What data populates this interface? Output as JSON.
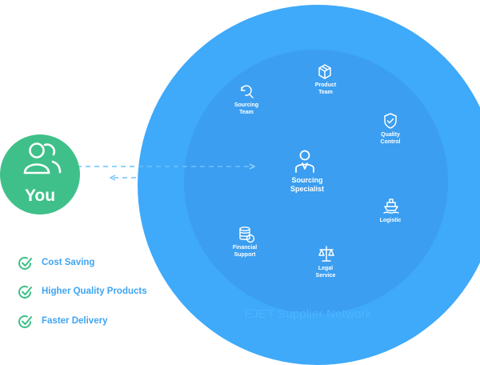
{
  "user": {
    "label": "You"
  },
  "network": {
    "label": "EJET Supplier Network"
  },
  "center": {
    "label_line1": "Sourcing",
    "label_line2": "Specialist"
  },
  "nodes": [
    {
      "line1": "Sourcing",
      "line2": "Team",
      "icon": "magnifier-refresh-icon"
    },
    {
      "line1": "Product",
      "line2": "Team",
      "icon": "box-icon"
    },
    {
      "line1": "Quality",
      "line2": "Control",
      "icon": "shield-check-icon"
    },
    {
      "line1": "Logistic",
      "line2": "",
      "icon": "ship-icon"
    },
    {
      "line1": "Legal",
      "line2": "Service",
      "icon": "scales-icon"
    },
    {
      "line1": "Financial",
      "line2": "Support",
      "icon": "coins-icon"
    }
  ],
  "benefits": [
    {
      "label": "Cost Saving",
      "icon": "check-circle-icon"
    },
    {
      "label": "Higher Quality Products",
      "icon": "check-circle-icon"
    },
    {
      "label": "Faster Delivery",
      "icon": "check-circle-icon"
    }
  ],
  "colors": {
    "network_outer": "#3fa9fa",
    "network_inner": "#3b9ef0",
    "user_green": "#3fc08a",
    "check_green": "#3cbf86",
    "benefit_text": "#3fa4f0"
  }
}
